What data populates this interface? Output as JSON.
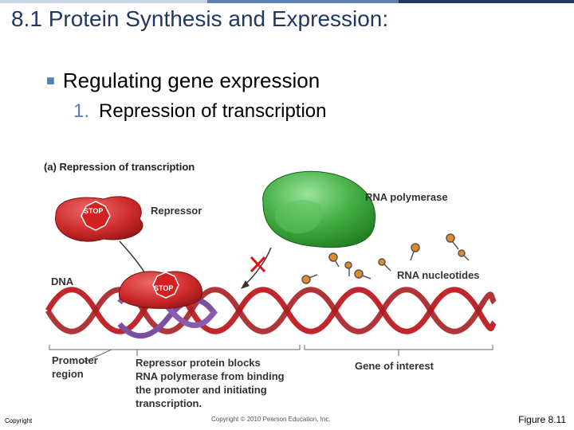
{
  "slide": {
    "title": "8.1 Protein Synthesis and Expression:",
    "bullet": "Regulating gene expression",
    "sub_number": "1.",
    "sub_text": "Repression of transcription"
  },
  "figure": {
    "panel_title": "(a) Repression of transcription",
    "repressor_label": "Repressor",
    "stop_text": "STOP",
    "rna_polymerase_label": "RNA polymerase",
    "rna_nucleotides_label": "RNA nucleotides",
    "dna_label": "DNA",
    "promoter_label": [
      "Promoter",
      "region"
    ],
    "caption_lines": [
      "Repressor protein blocks",
      "RNA polymerase from binding",
      "the promoter and initiating",
      "transcription."
    ],
    "gene_label": "Gene of interest"
  },
  "footer": {
    "copyright_short": "Copyright",
    "copyright": "Copyright © 2010 Pearson Education, Inc.",
    "figure_number": "Figure 8.11"
  },
  "colors": {
    "title": "#1f3864",
    "accent": "#4f81bd",
    "dna_red": "#c0272d",
    "dna_purple": "#7b4fa0",
    "polymerase_green": "#3a9a3a",
    "nucleotide_orange": "#e08a2a"
  }
}
